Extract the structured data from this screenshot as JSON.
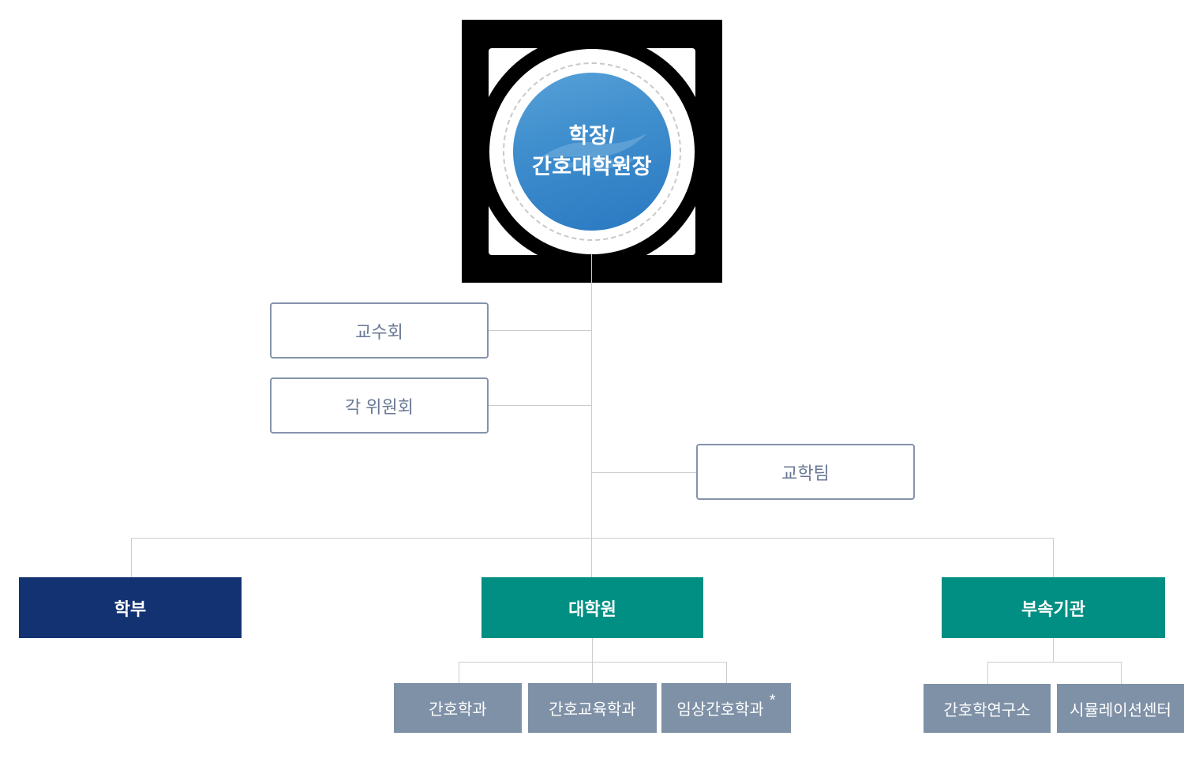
{
  "root": {
    "line1": "학장/",
    "line2": "간호대학원장"
  },
  "councils": [
    {
      "label": "교수회"
    },
    {
      "label": "각 위원회"
    }
  ],
  "team": {
    "label": "교학팀"
  },
  "divisions": [
    {
      "label": "학부",
      "color": "#123271",
      "children": []
    },
    {
      "label": "대학원",
      "color": "#008f82",
      "children": [
        {
          "label": "간호학과",
          "mark": ""
        },
        {
          "label": "간호교육학과",
          "mark": ""
        },
        {
          "label": "임상간호학과",
          "mark": "*"
        }
      ]
    },
    {
      "label": "부속기관",
      "color": "#008f82",
      "children": [
        {
          "label": "간호학연구소",
          "mark": ""
        },
        {
          "label": "시뮬레이션센터",
          "mark": ""
        }
      ]
    }
  ],
  "colors": {
    "emblem_background": "#000000",
    "circle_blue_light": "#57a1d9",
    "circle_blue_dark": "#2a79c2",
    "outlined_box_border": "#8593ac",
    "outlined_box_text": "#697893",
    "child_box": "#7f91a7",
    "connector_line": "#cccccc"
  }
}
